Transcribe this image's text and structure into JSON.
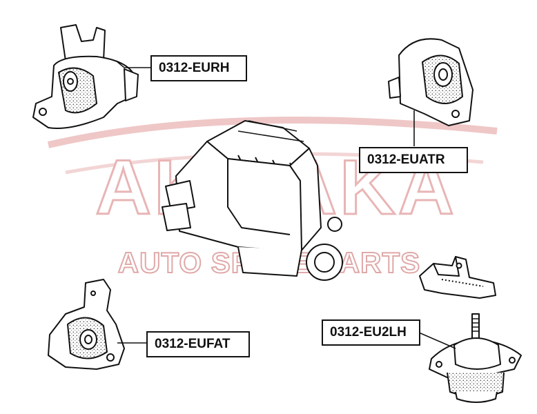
{
  "watermark": {
    "brand": "AKITAKA",
    "tagline": "AUTO SPARE PARTS",
    "color": "#e8b5b5"
  },
  "parts": [
    {
      "id": "rh",
      "label": "0312-EURH"
    },
    {
      "id": "atr",
      "label": "0312-EUATR"
    },
    {
      "id": "fat",
      "label": "0312-EUFAT"
    },
    {
      "id": "lh",
      "label": "0312-EU2LH"
    }
  ],
  "colors": {
    "line": "#111111",
    "fill": "#ffffff"
  }
}
